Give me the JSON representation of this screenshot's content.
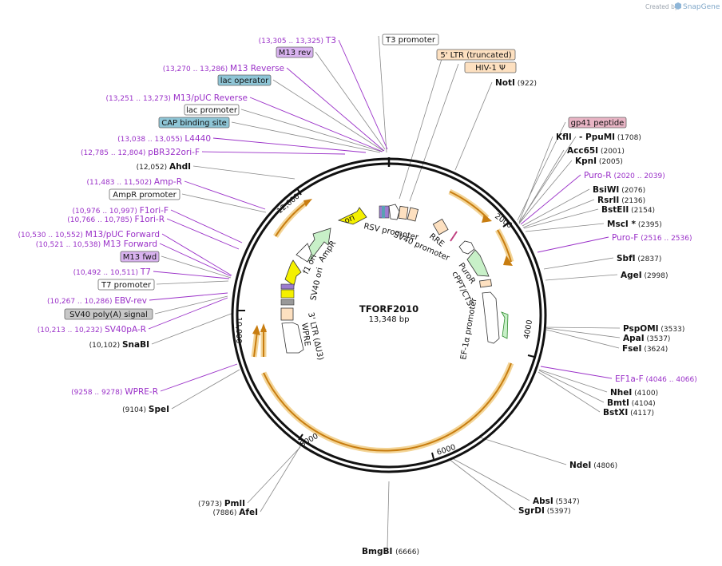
{
  "credit": {
    "prefix": "Created by",
    "brand": "SnapGene"
  },
  "plasmid": {
    "name": "TFORF2010",
    "length": "13,348 bp"
  },
  "ticks": [
    "2000",
    "4000",
    "6000",
    "8000",
    "10,000",
    "12,000"
  ],
  "features": [
    {
      "label": "RSV promoter"
    },
    {
      "label": "RRE"
    },
    {
      "label": "SV40 promoter"
    },
    {
      "label": "PuroR"
    },
    {
      "label": "cPPT/CTS"
    },
    {
      "label": "EF-1α promoter"
    },
    {
      "label": "ori"
    },
    {
      "label": "AmpR"
    },
    {
      "label": "f1 ori"
    },
    {
      "label": "SV40 ori"
    },
    {
      "label": "3' LTR (ΔU3)"
    },
    {
      "label": "WPRE"
    }
  ],
  "labels": [
    {
      "name": "T3",
      "pos": "(13,305 .. 13,325)",
      "kind": "primer"
    },
    {
      "name": "M13 rev",
      "kind": "box",
      "color": "#d9b3f0"
    },
    {
      "name": "M13 Reverse",
      "pos": "(13,270 .. 13,286)",
      "kind": "primer"
    },
    {
      "name": "lac operator",
      "kind": "box",
      "color": "#8ec5d6"
    },
    {
      "name": "M13/pUC Reverse",
      "pos": "(13,251 .. 13,273)",
      "kind": "primer"
    },
    {
      "name": "lac promoter",
      "kind": "box",
      "color": "#ffffff"
    },
    {
      "name": "CAP binding site",
      "kind": "box",
      "color": "#8ec5d6"
    },
    {
      "name": "L4440",
      "pos": "(13,038 .. 13,055)",
      "kind": "primer"
    },
    {
      "name": "pBR322ori-F",
      "pos": "(12,785 .. 12,804)",
      "kind": "primer"
    },
    {
      "name": "AhdI",
      "pos": "(12,052)",
      "kind": "enzyme"
    },
    {
      "name": "Amp-R",
      "pos": "(11,483 .. 11,502)",
      "kind": "primer"
    },
    {
      "name": "AmpR promoter",
      "kind": "box",
      "color": "#ffffff"
    },
    {
      "name": "F1ori-F",
      "pos": "(10,976 .. 10,997)",
      "kind": "primer"
    },
    {
      "name": "F1ori-R",
      "pos": "(10,766 .. 10,785)",
      "kind": "primer"
    },
    {
      "name": "M13/pUC Forward",
      "pos": "(10,530 .. 10,552)",
      "kind": "primer"
    },
    {
      "name": "M13 Forward",
      "pos": "(10,521 .. 10,538)",
      "kind": "primer"
    },
    {
      "name": "M13 fwd",
      "kind": "box",
      "color": "#d9b3f0"
    },
    {
      "name": "T7",
      "pos": "(10,492 .. 10,511)",
      "kind": "primer"
    },
    {
      "name": "T7 promoter",
      "kind": "box",
      "color": "#ffffff"
    },
    {
      "name": "EBV-rev",
      "pos": "(10,267 .. 10,286)",
      "kind": "primer"
    },
    {
      "name": "SV40 poly(A) signal",
      "kind": "box",
      "color": "#c8c8c8"
    },
    {
      "name": "SV40pA-R",
      "pos": "(10,213 .. 10,232)",
      "kind": "primer"
    },
    {
      "name": "SnaBI",
      "pos": "(10,102)",
      "kind": "enzyme"
    },
    {
      "name": "WPRE-R",
      "pos": "(9258 .. 9278)",
      "kind": "primer"
    },
    {
      "name": "SpeI",
      "pos": "(9104)",
      "kind": "enzyme"
    },
    {
      "name": "PmlI",
      "pos": "(7973)",
      "kind": "enzyme"
    },
    {
      "name": "AfeI",
      "pos": "(7886)",
      "kind": "enzyme"
    },
    {
      "name": "BmgBI",
      "pos": "(6666)",
      "kind": "enzyme"
    },
    {
      "name": "T3 promoter",
      "kind": "box",
      "color": "#ffffff"
    },
    {
      "name": "5' LTR (truncated)",
      "kind": "box",
      "color": "#fde0c0"
    },
    {
      "name": "HIV-1 Ψ",
      "kind": "box",
      "color": "#fde0c0"
    },
    {
      "name": "NotI",
      "pos": "(922)",
      "kind": "enzyme"
    },
    {
      "name": "gp41 peptide",
      "kind": "box",
      "color": "#e8b4c4"
    },
    {
      "name": "KflI",
      "kind": "enzyme"
    },
    {
      "name": "- PpuMI",
      "pos": "(1708)",
      "kind": "enzyme"
    },
    {
      "name": "Acc65I",
      "pos": "(2001)",
      "kind": "enzyme"
    },
    {
      "name": "KpnI",
      "pos": "(2005)",
      "kind": "enzyme"
    },
    {
      "name": "Puro-R",
      "pos": "(2020 .. 2039)",
      "kind": "primer"
    },
    {
      "name": "BsiWI",
      "pos": "(2076)",
      "kind": "enzyme"
    },
    {
      "name": "RsrII",
      "pos": "(2136)",
      "kind": "enzyme"
    },
    {
      "name": "BstEII",
      "pos": "(2154)",
      "kind": "enzyme"
    },
    {
      "name": "MscI *",
      "pos": "(2395)",
      "kind": "enzyme"
    },
    {
      "name": "Puro-F",
      "pos": "(2516 .. 2536)",
      "kind": "primer"
    },
    {
      "name": "SbfI",
      "pos": "(2837)",
      "kind": "enzyme"
    },
    {
      "name": "AgeI",
      "pos": "(2998)",
      "kind": "enzyme"
    },
    {
      "name": "PspOMI",
      "pos": "(3533)",
      "kind": "enzyme"
    },
    {
      "name": "ApaI",
      "pos": "(3537)",
      "kind": "enzyme"
    },
    {
      "name": "FseI",
      "pos": "(3624)",
      "kind": "enzyme"
    },
    {
      "name": "EF1a-F",
      "pos": "(4046 .. 4066)",
      "kind": "primer"
    },
    {
      "name": "NheI",
      "pos": "(4100)",
      "kind": "enzyme"
    },
    {
      "name": "BmtI",
      "pos": "(4104)",
      "kind": "enzyme"
    },
    {
      "name": "BstXI",
      "pos": "(4117)",
      "kind": "enzyme"
    },
    {
      "name": "NdeI",
      "pos": "(4806)",
      "kind": "enzyme"
    },
    {
      "name": "AbsI",
      "pos": "(5347)",
      "kind": "enzyme"
    },
    {
      "name": "SgrDI",
      "pos": "(5397)",
      "kind": "enzyme"
    }
  ],
  "colors": {
    "backbone": "#111111",
    "primer": "#9a30c8",
    "orf_outline": "#d9a640",
    "orf_arrow": "#c87d10",
    "ori": "#f4f000",
    "ampr": "#c8f0c8",
    "puror": "#c8f0c8",
    "ltr": "#fde0c0",
    "leader": "#888888"
  }
}
